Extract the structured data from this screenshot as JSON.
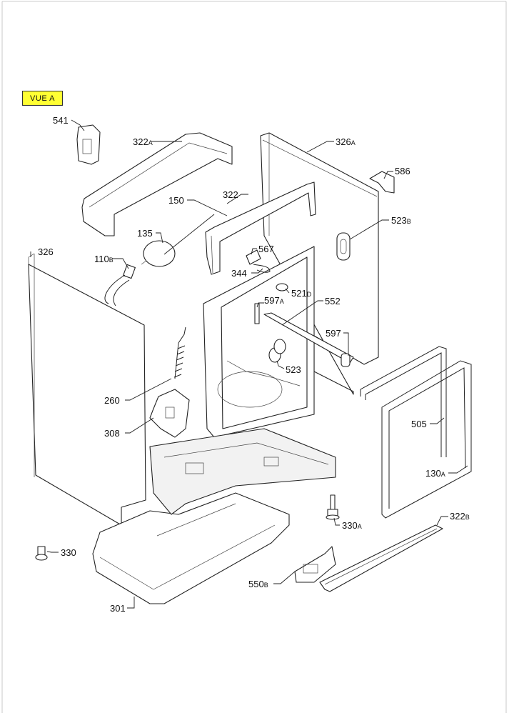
{
  "view_label": "VUE A",
  "callouts": [
    {
      "id": "c541",
      "num": "541",
      "suffix": ""
    },
    {
      "id": "c322a",
      "num": "322",
      "suffix": "A"
    },
    {
      "id": "c326a",
      "num": "326",
      "suffix": "A"
    },
    {
      "id": "c586",
      "num": "586",
      "suffix": ""
    },
    {
      "id": "c150",
      "num": "150",
      "suffix": ""
    },
    {
      "id": "c322",
      "num": "322",
      "suffix": ""
    },
    {
      "id": "c523b",
      "num": "523",
      "suffix": "B"
    },
    {
      "id": "c135",
      "num": "135",
      "suffix": ""
    },
    {
      "id": "c326",
      "num": "326",
      "suffix": ""
    },
    {
      "id": "c110b",
      "num": "110",
      "suffix": "B"
    },
    {
      "id": "c567",
      "num": "567",
      "suffix": ""
    },
    {
      "id": "c344",
      "num": "344",
      "suffix": ""
    },
    {
      "id": "c521d",
      "num": "521",
      "suffix": "D"
    },
    {
      "id": "c597a",
      "num": "597",
      "suffix": "A"
    },
    {
      "id": "c552",
      "num": "552",
      "suffix": ""
    },
    {
      "id": "c597",
      "num": "597",
      "suffix": ""
    },
    {
      "id": "c523",
      "num": "523",
      "suffix": ""
    },
    {
      "id": "c260",
      "num": "260",
      "suffix": ""
    },
    {
      "id": "c505",
      "num": "505",
      "suffix": ""
    },
    {
      "id": "c308",
      "num": "308",
      "suffix": ""
    },
    {
      "id": "c130a",
      "num": "130",
      "suffix": "A"
    },
    {
      "id": "c330a",
      "num": "330",
      "suffix": "A"
    },
    {
      "id": "c322b",
      "num": "322",
      "suffix": "B"
    },
    {
      "id": "c330",
      "num": "330",
      "suffix": ""
    },
    {
      "id": "c550b",
      "num": "550",
      "suffix": "B"
    },
    {
      "id": "c301",
      "num": "301",
      "suffix": ""
    }
  ]
}
